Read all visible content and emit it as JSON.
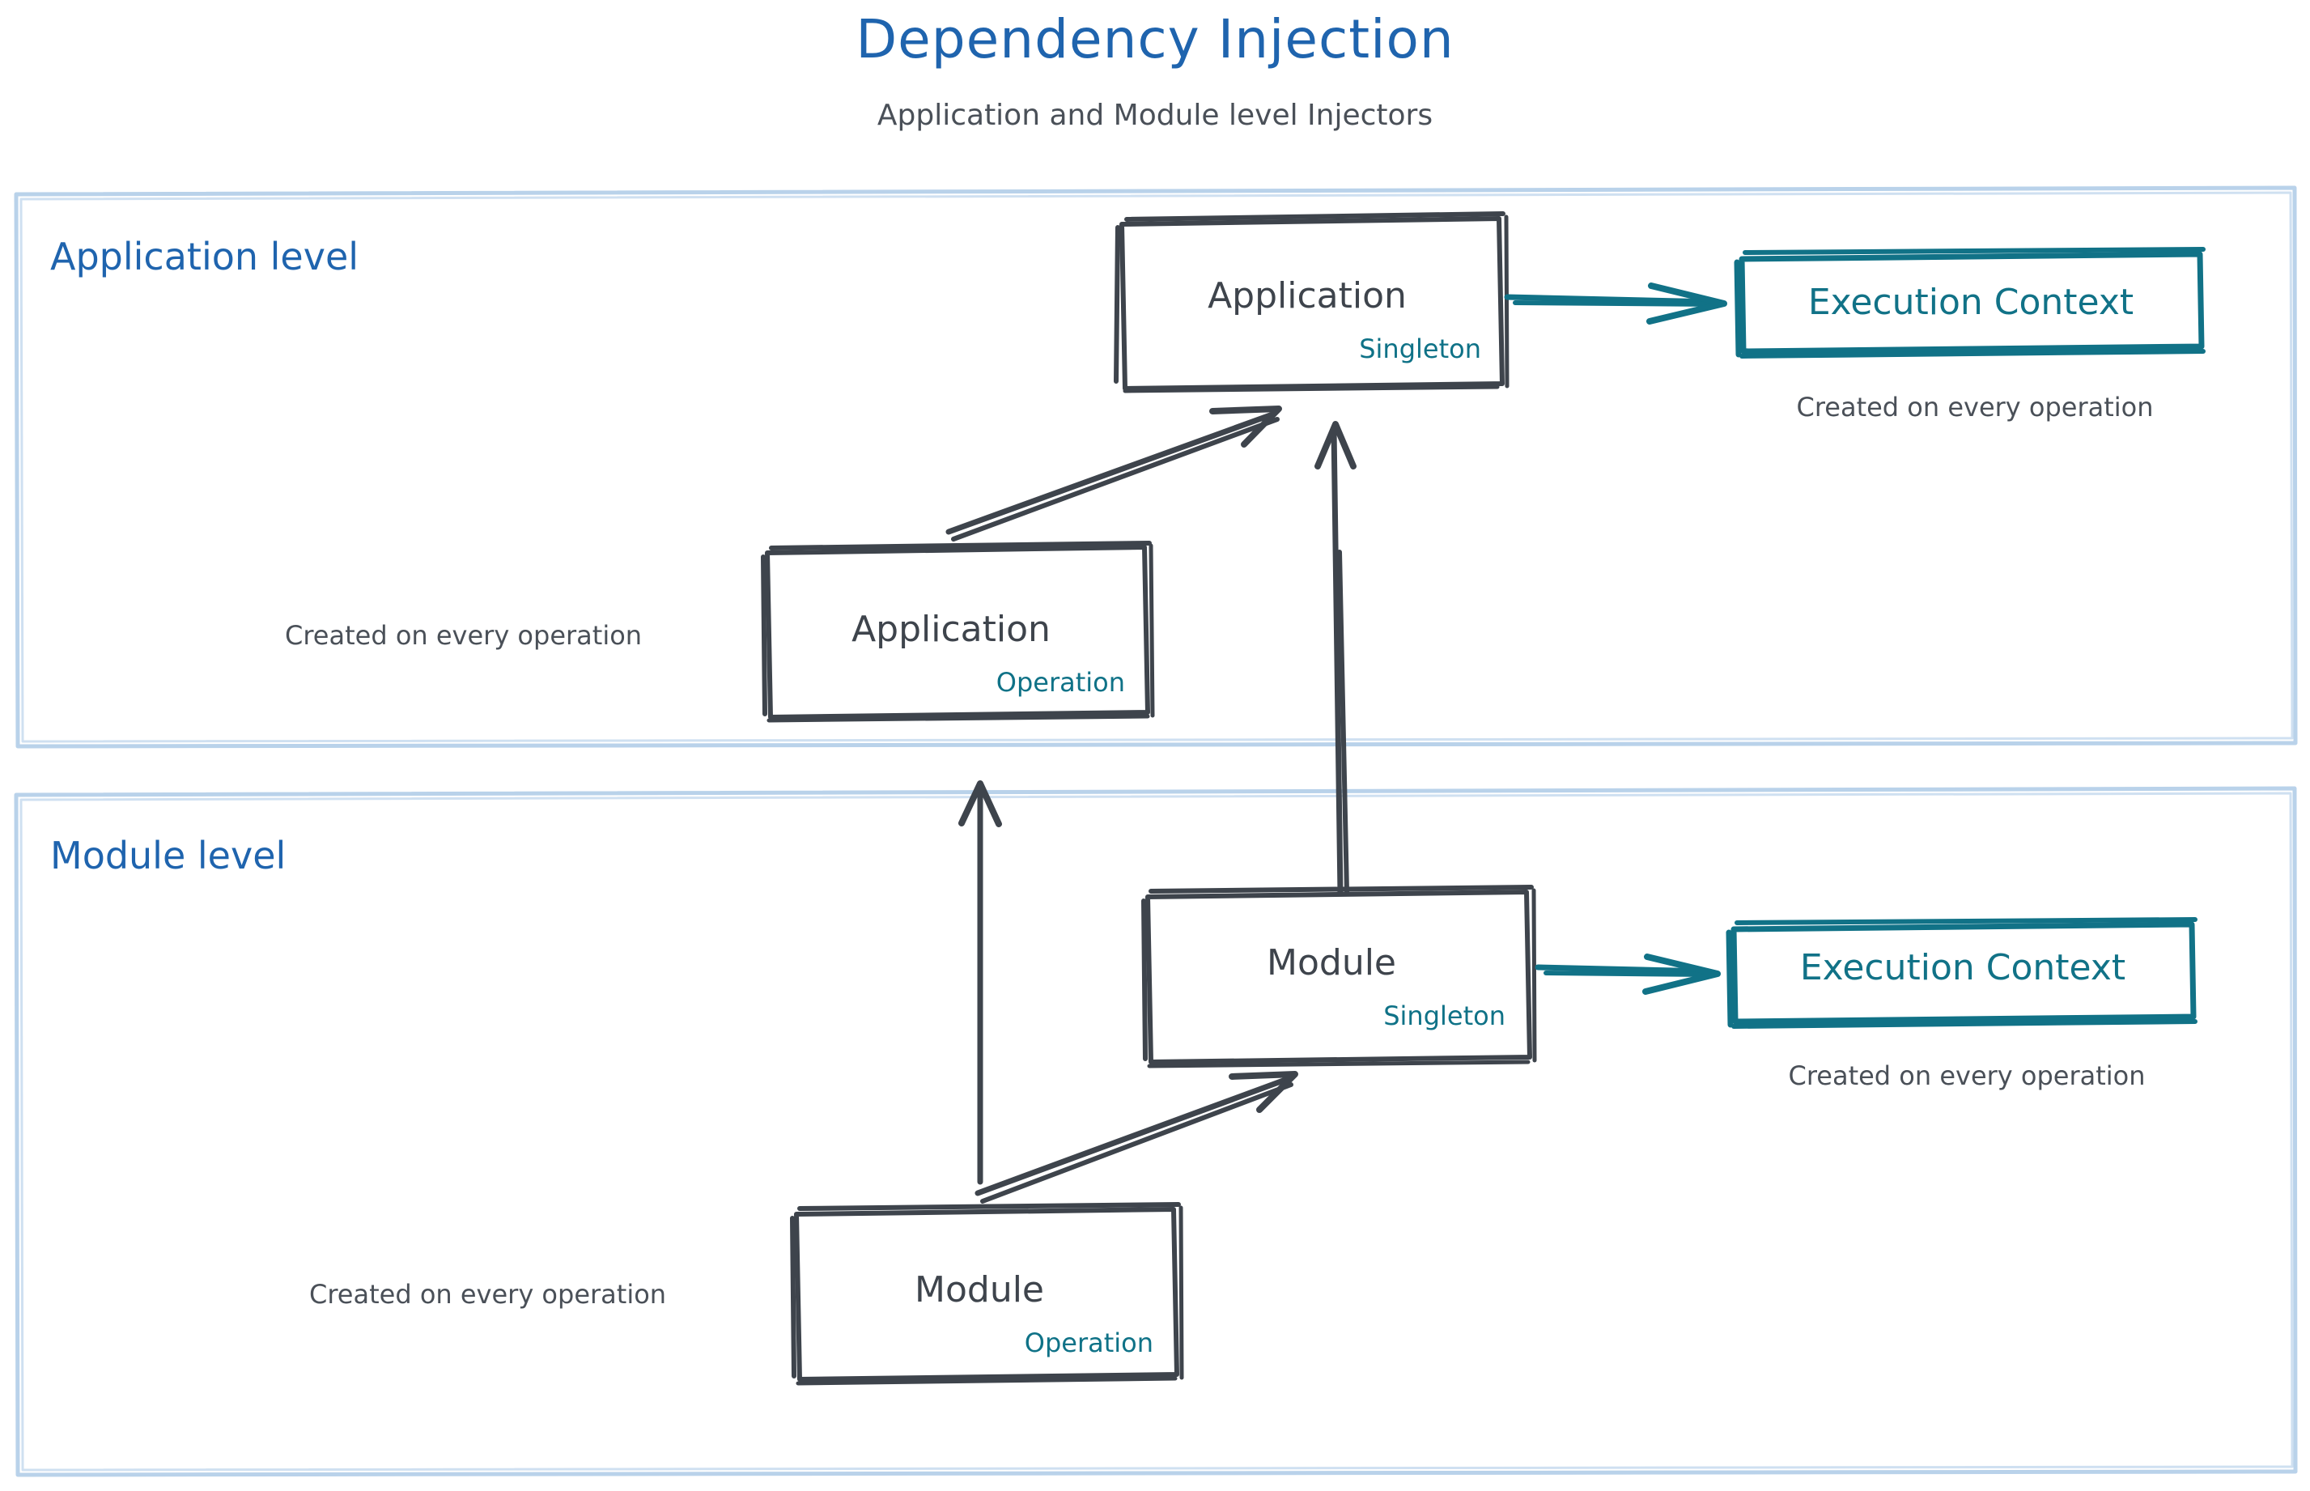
{
  "header": {
    "title": "Dependency Injection",
    "subtitle": "Application and Module level Injectors",
    "title_color": "#1f64ae",
    "subtitle_color": "#4a5058"
  },
  "colors": {
    "accent_blue": "#1f64ae",
    "lane_border": "#b9d2ea",
    "box_stroke": "#3e444c",
    "teal": "#117287",
    "note_gray": "#4a5058"
  },
  "lanes": [
    {
      "label": "Application level",
      "name": "application-level"
    },
    {
      "label": "Module level",
      "name": "module-level"
    }
  ],
  "boxes": [
    {
      "name": "application-singleton",
      "title": "Application",
      "badge": "Singleton",
      "lane": "Application level",
      "style": "gray"
    },
    {
      "name": "application-operation",
      "title": "Application",
      "badge": "Operation",
      "lane": "Application level",
      "style": "gray"
    },
    {
      "name": "module-singleton",
      "title": "Module",
      "badge": "Singleton",
      "lane": "Module level",
      "style": "gray"
    },
    {
      "name": "module-operation",
      "title": "Module",
      "badge": "Operation",
      "lane": "Module level",
      "style": "gray"
    },
    {
      "name": "execution-context-application",
      "title": "Execution Context",
      "badge": "",
      "lane": "Application level",
      "style": "teal"
    },
    {
      "name": "execution-context-module",
      "title": "Execution Context",
      "badge": "",
      "lane": "Module level",
      "style": "teal"
    }
  ],
  "notes": {
    "execution_context_application": "Created on every operation",
    "execution_context_module": "Created on every operation",
    "application_operation": "Created on every operation",
    "module_operation": "Created on every operation"
  },
  "connections": [
    {
      "name": "application-operation-to-application-singleton",
      "from": "application-operation",
      "to": "application-singleton",
      "color": "#3e444c",
      "kind": "diagonal"
    },
    {
      "name": "application-singleton-to-execution-context",
      "from": "application-singleton",
      "to": "execution-context-application",
      "color": "#117287",
      "kind": "horizontal"
    },
    {
      "name": "module-singleton-to-application-singleton",
      "from": "module-singleton",
      "to": "application-singleton",
      "color": "#3e444c",
      "kind": "vertical"
    },
    {
      "name": "module-operation-to-application-operation-lane",
      "from": "module-operation",
      "to": "application-level",
      "color": "#3e444c",
      "kind": "vertical"
    },
    {
      "name": "module-operation-to-module-singleton",
      "from": "module-operation",
      "to": "module-singleton",
      "color": "#3e444c",
      "kind": "diagonal"
    },
    {
      "name": "module-singleton-to-execution-context",
      "from": "module-singleton",
      "to": "execution-context-module",
      "color": "#117287",
      "kind": "horizontal"
    }
  ]
}
